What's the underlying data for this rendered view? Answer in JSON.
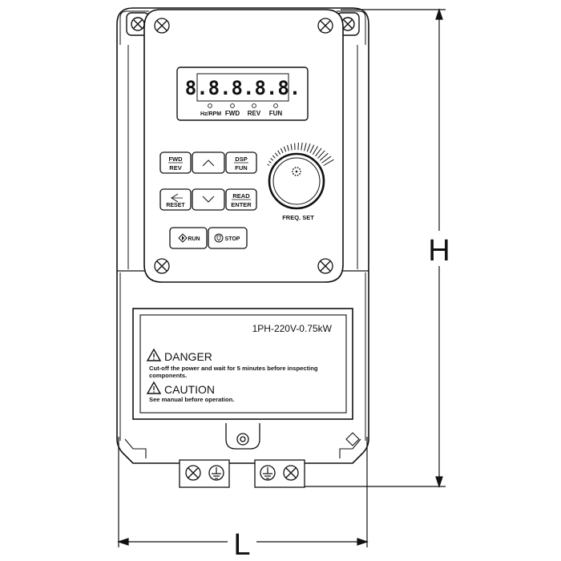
{
  "display": {
    "readout": "8.8.8.8.8.",
    "indicators": [
      "Hz/RPM",
      "FWD",
      "REV",
      "FUN"
    ]
  },
  "keypad": {
    "fwd_rev": [
      "FWD",
      "REV"
    ],
    "dsp_fun": [
      "DSP",
      "FUN"
    ],
    "reset": "RESET",
    "read_enter": [
      "READ",
      "ENTER"
    ],
    "run": "RUN",
    "stop": "STOP",
    "knob_label": "FREQ. SET"
  },
  "label": {
    "rating": "1PH-220V-0.75kW",
    "danger_title": "DANGER",
    "danger_line1": "Cut-off the power and wait for 5 minutes before inspecting",
    "danger_line2": "components.",
    "caution_title": "CAUTION",
    "caution_line1": "See manual before operation."
  },
  "dimensions": {
    "height_label": "H",
    "length_label": "L"
  },
  "colors": {
    "line": "#111111",
    "fill": "#ffffff"
  }
}
